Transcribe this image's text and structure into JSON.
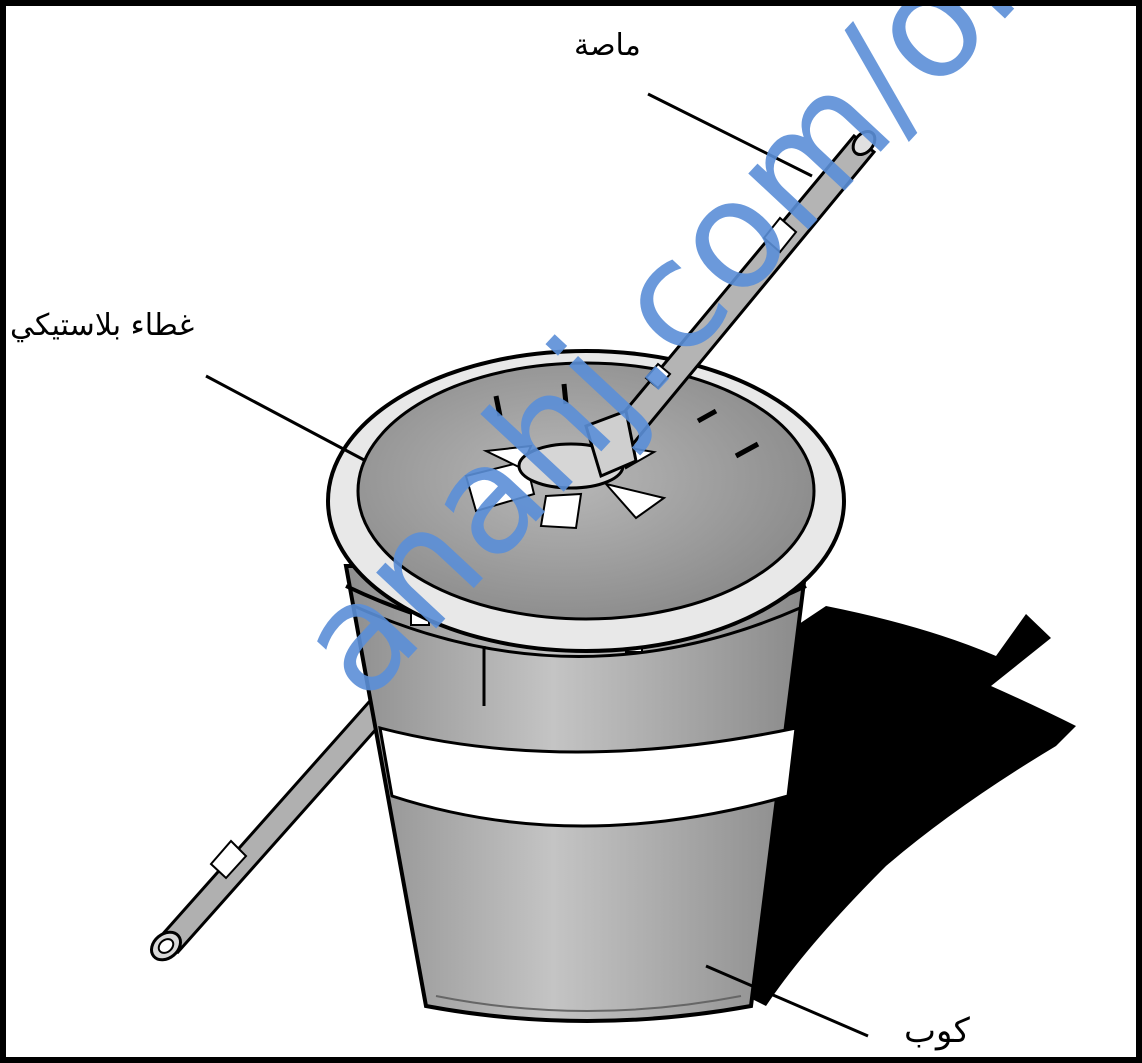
{
  "labels": {
    "straw": "ماصة",
    "lid": "غطاء بلاستيكي",
    "cup": "كوب"
  },
  "watermark": "anahj.com/om",
  "colors": {
    "cup_body": "#a8a8a8",
    "cup_lower": "#b4b4b4",
    "band": "#ffffff",
    "lid": "#9c9c9c",
    "shadow": "#000000",
    "watermark": "#5b8fd8",
    "outline": "#000000"
  }
}
